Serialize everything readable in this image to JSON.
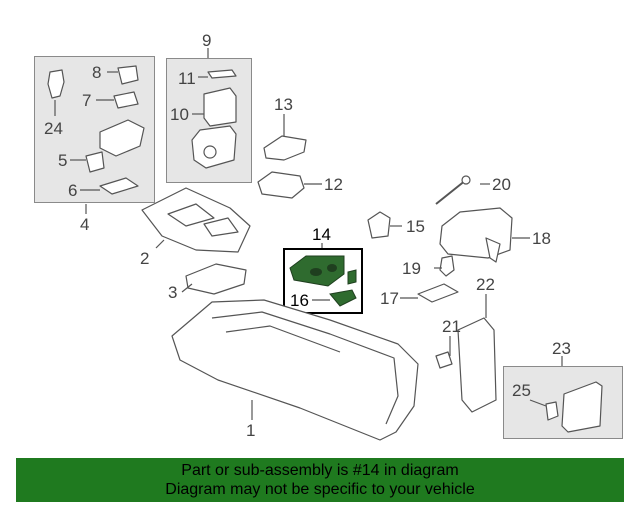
{
  "diagram": {
    "callouts": {
      "c1": "1",
      "c2": "2",
      "c3": "3",
      "c4": "4",
      "c5": "5",
      "c6": "6",
      "c7": "7",
      "c8": "8",
      "c9": "9",
      "c10": "10",
      "c11": "11",
      "c12": "12",
      "c13": "13",
      "c14": "14",
      "c15": "15",
      "c16": "16",
      "c17": "17",
      "c18": "18",
      "c19": "19",
      "c20": "20",
      "c21": "21",
      "c22": "22",
      "c23": "23",
      "c24": "24",
      "c25": "25"
    },
    "highlight_part": "14",
    "colors": {
      "highlight_fill": "#2f6b2f",
      "part_line": "#555555",
      "group_box": "#e6e6e6"
    }
  },
  "banner": {
    "line1": "Part or sub-assembly is #14 in diagram",
    "line2": "Diagram may not be specific to your vehicle",
    "color": "#1f7a1f"
  }
}
